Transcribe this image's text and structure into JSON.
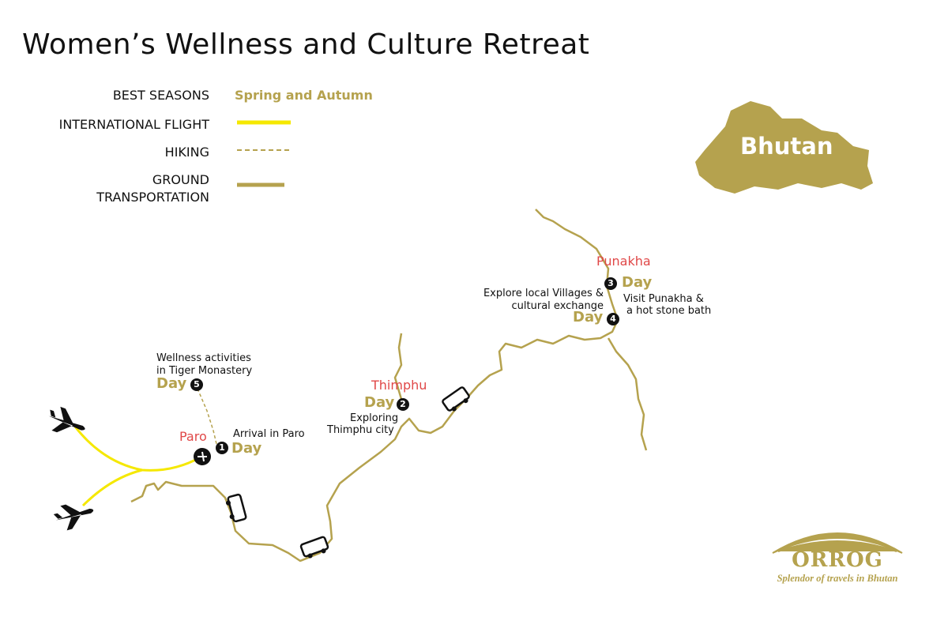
{
  "title": "Women’s Wellness and Culture Retreat",
  "legend": {
    "best_seasons_label": "BEST SEASONS",
    "best_seasons_value": "Spring and Autumn",
    "international_flight": "INTERNATIONAL FLIGHT",
    "hiking": "HIKING",
    "ground_transportation_line1": "GROUND",
    "ground_transportation_line2": "TRANSPORTATION"
  },
  "country": "Bhutan",
  "colors": {
    "gold": "#B5A24E",
    "flight": "#F5E800",
    "city": "#E04848"
  },
  "stops": {
    "paro": {
      "city": "Paro",
      "day_label": "Day",
      "number": "1",
      "desc": "Arrival in Paro"
    },
    "thimphu": {
      "city": "Thimphu",
      "day_label": "Day",
      "number": "2",
      "desc1": "Exploring",
      "desc2": "Thimphu city"
    },
    "punakha": {
      "city": "Punakha",
      "day_label": "Day",
      "number": "3",
      "desc1": "Visit Punakha &",
      "desc2": "a hot stone bath"
    },
    "day4": {
      "day_label": "Day",
      "number": "4",
      "desc1": "Explore local Villages &",
      "desc2": "cultural exchange"
    },
    "tiger": {
      "day_label": "Day",
      "number": "5",
      "desc1": "Wellness activities",
      "desc2": "in Tiger Monastery"
    }
  },
  "logo": {
    "name": "ORROG",
    "tagline": "Splendor of travels in Bhutan"
  }
}
